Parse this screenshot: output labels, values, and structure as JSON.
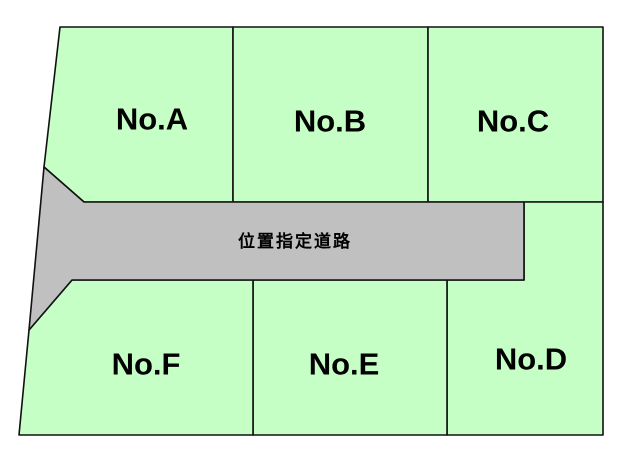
{
  "colors": {
    "lot_fill": "#c6ffc6",
    "road_fill": "#c0c0c0",
    "outline": "#111111"
  },
  "lots": {
    "a": {
      "label": "No.A"
    },
    "b": {
      "label": "No.B"
    },
    "c": {
      "label": "No.C"
    },
    "d": {
      "label": "No.D"
    },
    "e": {
      "label": "No.E"
    },
    "f": {
      "label": "No.F"
    }
  },
  "road": {
    "label": "位置指定道路"
  }
}
